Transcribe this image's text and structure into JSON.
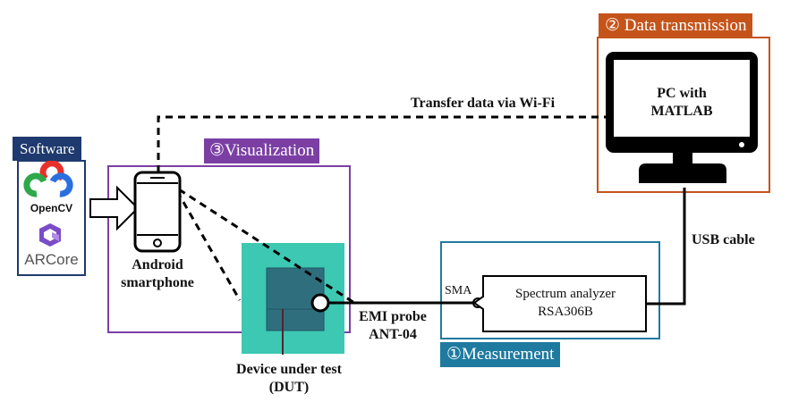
{
  "colors": {
    "software": "#1f3a6e",
    "data_transmission": "#c5541a",
    "visualization": "#7b3fa4",
    "measurement": "#1f7aa0",
    "dut_board": "#3cc8b3",
    "dut_chip": "#2f6f7d",
    "opencv_red": "#e8302a",
    "opencv_green": "#2ea84a",
    "opencv_blue": "#2a6fe0",
    "arcore": "#7a4cc8"
  },
  "software": {
    "title": "Software",
    "opencv_label": "OpenCV",
    "arcore_label": "ARCore"
  },
  "data_transmission": {
    "title": "② Data transmission",
    "pc_label_line1": "PC with",
    "pc_label_line2": "MATLAB"
  },
  "visualization": {
    "title": "③Visualization",
    "phone_label_line1": "Android",
    "phone_label_line2": "smartphone"
  },
  "measurement": {
    "title": "①Measurement",
    "sma_label": "SMA",
    "analyzer_line1": "Spectrum analyzer",
    "analyzer_line2": "RSA306B"
  },
  "connections": {
    "wifi_label": "Transfer data via Wi-Fi",
    "usb_label": "USB cable",
    "probe_line1": "EMI probe",
    "probe_line2": "ANT-04"
  },
  "dut": {
    "label_line1": "Device under test",
    "label_line2": "(DUT)"
  }
}
